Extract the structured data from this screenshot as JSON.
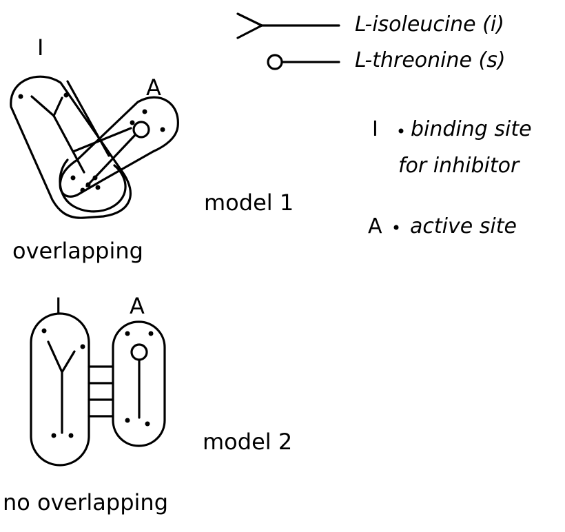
{
  "legend": {
    "isoleucine_label": "L-isoleucine (i)",
    "threonine_label": "L-threonine (s)",
    "site_i_letter": "I",
    "site_i_desc_line1": "binding site",
    "site_i_desc_line2": "for inhibitor",
    "site_a_letter": "A",
    "site_a_desc": "active site"
  },
  "model1": {
    "label": "model 1",
    "caption": "overlapping",
    "site_i_label": "I",
    "site_a_label": "A"
  },
  "model2": {
    "label": "model 2",
    "caption": "no overlapping",
    "site_i_label": "I",
    "site_a_label": "A"
  }
}
